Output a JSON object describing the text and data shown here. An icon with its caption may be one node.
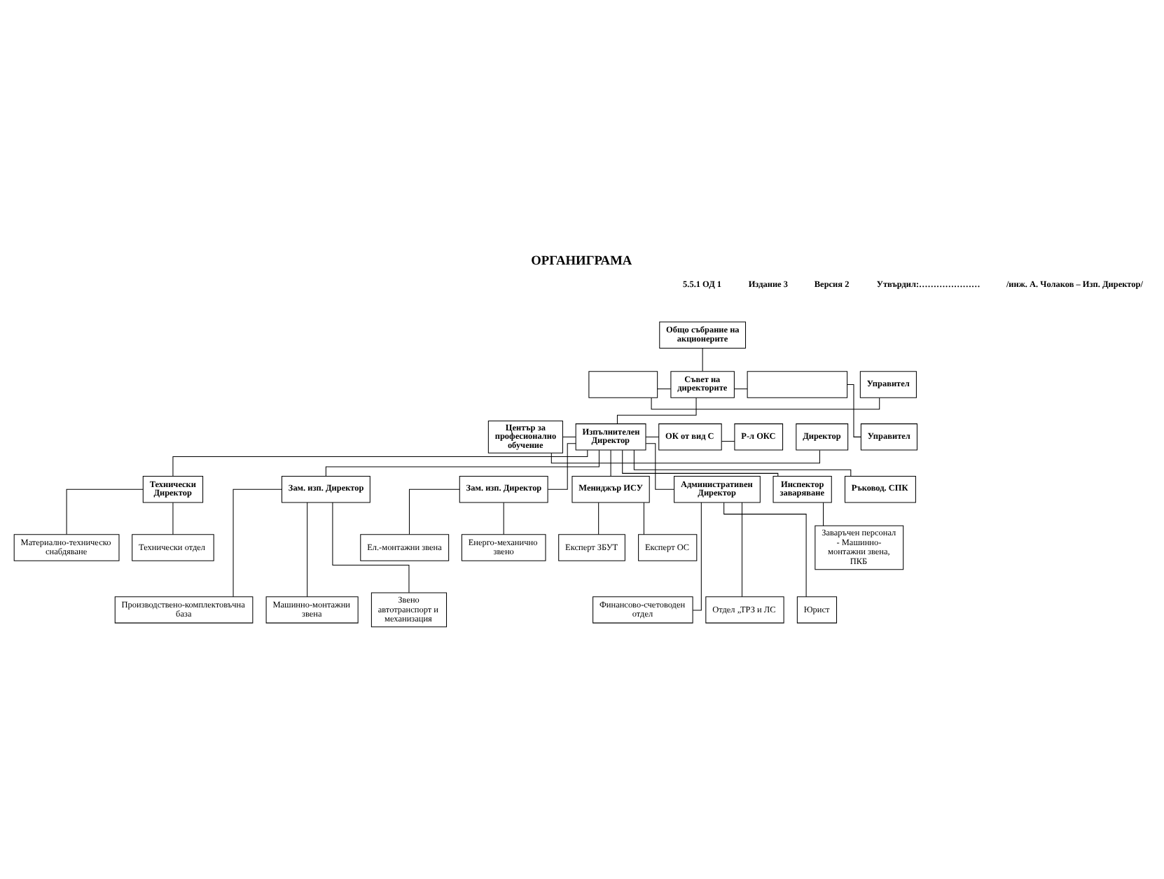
{
  "diagram": {
    "title": "ОРГАНИГРАМА",
    "nodes": [
      {
        "text": [
          "Общо събрание на акционерите"
        ]
      },
      {
        "text": [
          "Управител"
        ]
      },
      {
        "text": [],
        "shape": "box"
      },
      {
        "text": [
          "Съвет на директорите"
        ]
      },
      {
        "text": [],
        "shape": "box"
      },
      {
        "text": [
          "Управител"
        ]
      },
      {
        "text": [
          "Директор"
        ]
      },
      {
        "text": [
          "Център за професионално обучение"
        ]
      },
      {
        "text": [
          "Изпълнителен Директор"
        ]
      },
      {
        "text": [
          "ОК от вид С"
        ]
      },
      {
        "text": [
          "Р-л ОКС"
        ]
      },
      {
        "text": [
          "Технически Директор"
        ]
      },
      {
        "text": [
          "Зам. изп. Директор"
        ]
      },
      {
        "text": [
          "Зам. изп. Директор"
        ]
      },
      {
        "text": [
          "Мениджър ИСУ"
        ]
      },
      {
        "text": [
          "Административен Директор"
        ]
      },
      {
        "text": [
          "Инспектор заваряване"
        ]
      },
      {
        "text": [
          "Ръковод. СПК"
        ]
      },
      {
        "text": [
          "Материално-техническо снабдяване"
        ]
      },
      {
        "text": [
          "Технически отдел"
        ]
      },
      {
        "text": [
          "Експерт ЗБУТ"
        ]
      },
      {
        "text": [
          "Експерт ОС"
        ]
      },
      {
        "text": [
          "Заваръчен персонал - Машинно- монтажни звена, ПКБ"
        ]
      },
      {
        "text": [
          "Ел.-монтажни звена"
        ]
      },
      {
        "text": [
          "Енерго-механично звено"
        ]
      },
      {
        "text": [
          "Производствено-комплектовъчна база"
        ]
      },
      {
        "text": [
          "Машинно-монтажни звена"
        ]
      },
      {
        "text": [
          "Звено автотранспорт и механизация"
        ]
      },
      {
        "text": [
          "Финансово-счетоводен отдел"
        ]
      },
      {
        "text": [
          "Отдел „ТРЗ и ЛС"
        ]
      },
      {
        "text": [
          "Юрист"
        ]
      }
    ],
    "edges": [
      {
        "from": 0,
        "to": 3,
        "arrow": "none"
      },
      {
        "from": 2,
        "to": 1,
        "arrow": "none"
      },
      {
        "from": 3,
        "to": 2,
        "arrow": "none"
      },
      {
        "from": 3,
        "to": 4,
        "arrow": "none"
      },
      {
        "from": 4,
        "to": 5,
        "arrow": "none"
      },
      {
        "from": 3,
        "to": 8,
        "arrow": "none"
      },
      {
        "from": 7,
        "to": 6,
        "arrow": "none"
      },
      {
        "from": 8,
        "to": 7,
        "arrow": "none"
      },
      {
        "from": 8,
        "to": 9,
        "arrow": "none"
      },
      {
        "from": 9,
        "to": 10,
        "arrow": "none"
      },
      {
        "from": 8,
        "to": 11,
        "arrow": "none"
      },
      {
        "from": 8,
        "to": 12,
        "arrow": "none"
      },
      {
        "from": 8,
        "to": 13,
        "arrow": "none"
      },
      {
        "from": 8,
        "to": 14,
        "arrow": "none"
      },
      {
        "from": 8,
        "to": 15,
        "arrow": "none"
      },
      {
        "from": 8,
        "to": 16,
        "arrow": "none"
      },
      {
        "from": 8,
        "to": 17,
        "arrow": "none"
      },
      {
        "from": 11,
        "to": 18,
        "arrow": "none"
      },
      {
        "from": 11,
        "to": 19,
        "arrow": "none"
      },
      {
        "from": 14,
        "to": 20,
        "arrow": "none"
      },
      {
        "from": 14,
        "to": 21,
        "arrow": "none"
      },
      {
        "from": 16,
        "to": 22,
        "arrow": "none"
      },
      {
        "from": 13,
        "to": 23,
        "arrow": "none"
      },
      {
        "from": 13,
        "to": 24,
        "arrow": "none"
      },
      {
        "from": 12,
        "to": 25,
        "arrow": "none"
      },
      {
        "from": 12,
        "to": 26,
        "arrow": "none"
      },
      {
        "from": 12,
        "to": 27,
        "arrow": "none"
      },
      {
        "from": 15,
        "to": 28,
        "arrow": "none"
      },
      {
        "from": 15,
        "to": 29,
        "arrow": "none"
      },
      {
        "from": 15,
        "to": 30,
        "arrow": "none"
      }
    ],
    "labels": [
      "5.5.1 ОД 1",
      "Издание 3",
      "Версия 2",
      "Утвърдил:…………………",
      "/инж. А. Чолаков – Изп. Директор/"
    ]
  }
}
